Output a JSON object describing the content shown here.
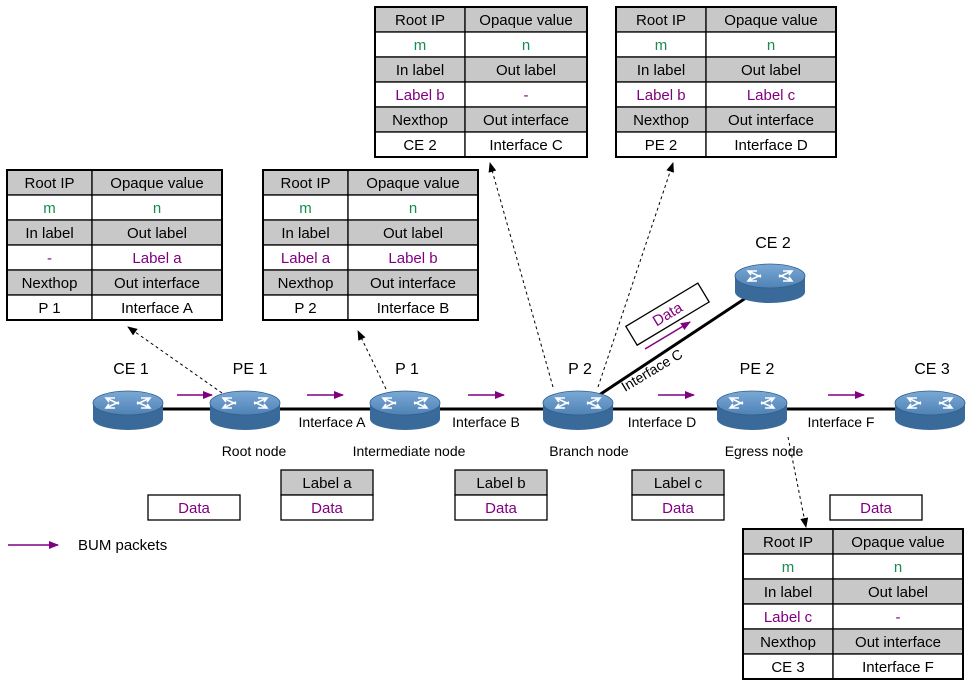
{
  "colors": {
    "green": "#1a8a50",
    "purple": "#800080",
    "gray_cell": "#c8c8c8",
    "router_top": "#5b8fc0",
    "router_side": "#3a6a99"
  },
  "tables": [
    {
      "id": "pe1",
      "rows": [
        [
          "Root IP",
          "Opaque value"
        ],
        [
          "m",
          "n"
        ],
        [
          "In label",
          "Out label"
        ],
        [
          "-",
          "Label a"
        ],
        [
          "Nexthop",
          "Out interface"
        ],
        [
          "P 1",
          "Interface A"
        ]
      ]
    },
    {
      "id": "p1",
      "rows": [
        [
          "Root IP",
          "Opaque value"
        ],
        [
          "m",
          "n"
        ],
        [
          "In label",
          "Out label"
        ],
        [
          "Label a",
          "Label b"
        ],
        [
          "Nexthop",
          "Out interface"
        ],
        [
          "P 2",
          "Interface B"
        ]
      ]
    },
    {
      "id": "p2ce",
      "rows": [
        [
          "Root IP",
          "Opaque value"
        ],
        [
          "m",
          "n"
        ],
        [
          "In label",
          "Out label"
        ],
        [
          "Label b",
          "-"
        ],
        [
          "Nexthop",
          "Out interface"
        ],
        [
          "CE 2",
          "Interface C"
        ]
      ]
    },
    {
      "id": "p2pe",
      "rows": [
        [
          "Root IP",
          "Opaque value"
        ],
        [
          "m",
          "n"
        ],
        [
          "In label",
          "Out label"
        ],
        [
          "Label b",
          "Label c"
        ],
        [
          "Nexthop",
          "Out interface"
        ],
        [
          "PE 2",
          "Interface D"
        ]
      ]
    },
    {
      "id": "pe2",
      "rows": [
        [
          "Root IP",
          "Opaque value"
        ],
        [
          "m",
          "n"
        ],
        [
          "In label",
          "Out label"
        ],
        [
          "Label c",
          "-"
        ],
        [
          "Nexthop",
          "Out interface"
        ],
        [
          "CE 3",
          "Interface F"
        ]
      ]
    }
  ],
  "devices": [
    {
      "id": "ce1",
      "name": "CE 1",
      "role": ""
    },
    {
      "id": "pe1",
      "name": "PE 1",
      "role": "Root node"
    },
    {
      "id": "p1",
      "name": "P 1",
      "role": "Intermediate node"
    },
    {
      "id": "p2",
      "name": "P 2",
      "role": "Branch node"
    },
    {
      "id": "pe2",
      "name": "PE 2",
      "role": "Egress node"
    },
    {
      "id": "ce3",
      "name": "CE 3",
      "role": ""
    },
    {
      "id": "ce2",
      "name": "CE 2",
      "role": ""
    }
  ],
  "interfaces": [
    "Interface A",
    "Interface B",
    "Interface D",
    "Interface F",
    "Interface C"
  ],
  "packets": [
    {
      "label": "",
      "data": "Data"
    },
    {
      "label": "Label a",
      "data": "Data"
    },
    {
      "label": "Label b",
      "data": "Data"
    },
    {
      "label": "Label c",
      "data": "Data"
    },
    {
      "label": "",
      "data": "Data"
    }
  ],
  "ce2_packet": "Data",
  "legend": "BUM packets"
}
